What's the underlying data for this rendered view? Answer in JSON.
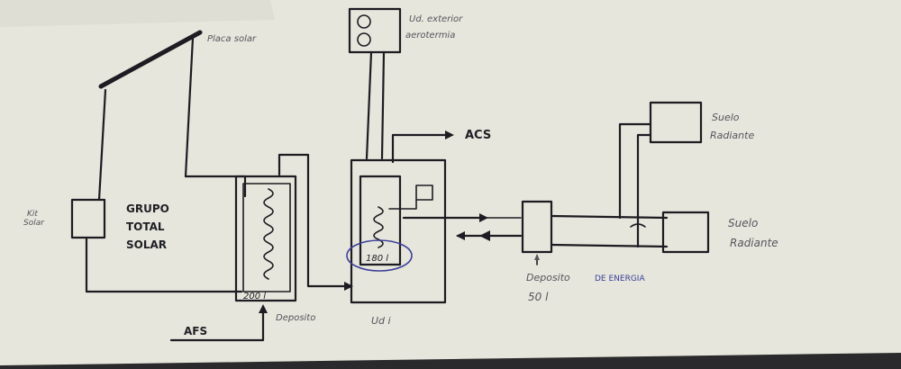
{
  "diagram": {
    "placa_solar": "Placa solar",
    "kit_solar_line1": "Kit",
    "kit_solar_line2": "Solar",
    "grupo_line1": "GRUPO",
    "grupo_line2": "TOTAL",
    "grupo_line3": "SOLAR",
    "tank_200": "200 l",
    "deposito": "Deposito",
    "afs": "AFS",
    "ud_exterior_line1": "Ud. exterior",
    "ud_exterior_line2": "aerotermia",
    "acs": "ACS",
    "tank_180": "180 l",
    "ud_i": "Ud i",
    "deposito_de_energia_prefix": "Deposito",
    "deposito_de_energia_suffix": "DE ENERGIA",
    "deposito_volume": "50 l",
    "suelo_1_line1": "Suelo",
    "suelo_1_line2": "Radiante",
    "suelo_2_line1": "Suelo",
    "suelo_2_line2": "Radiante"
  },
  "colors": {
    "paper": "#e6e6dc",
    "ink": "#1c1c22",
    "blue_ink": "#3b3f9a"
  }
}
